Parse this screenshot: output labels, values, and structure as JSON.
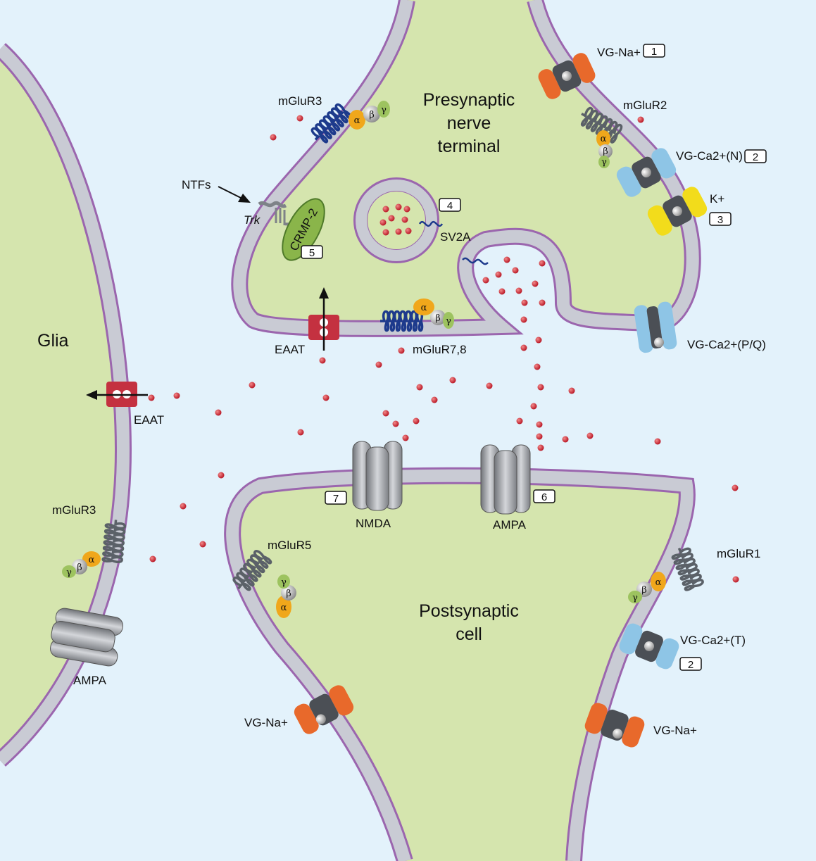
{
  "labels": {
    "presynaptic": [
      "Presynaptic",
      "nerve",
      "terminal"
    ],
    "postsynaptic": [
      "Postsynaptic",
      "cell"
    ],
    "glia": "Glia",
    "vg_na_top": "VG-Na+",
    "mglur2": "mGluR2",
    "vg_ca_n": "VG-Ca2+(N)",
    "k": "K+",
    "vg_ca_pq": "VG-Ca2+(P/Q)",
    "mglur3_pre": "mGluR3",
    "ntfs": "NTFs",
    "trk": "Trk",
    "crmp2": "CRMP-2",
    "sv2a": "SV2A",
    "eaat_pre": "EAAT",
    "mglur78": "mGluR7,8",
    "eaat_glia": "EAAT",
    "nmda": "NMDA",
    "ampa_post": "AMPA",
    "mglur3_glia": "mGluR3",
    "ampa_glia": "AMPA",
    "mglur5": "mGluR5",
    "mglur1": "mGluR1",
    "vg_ca_t": "VG-Ca2+(T)",
    "vg_na_post_left": "VG-Na+",
    "vg_na_post_right": "VG-Na+"
  },
  "numbers": {
    "vg_na": "1",
    "vg_ca_n": "2",
    "k": "3",
    "vesicle": "4",
    "crmp2": "5",
    "ampa": "6",
    "nmda": "7",
    "vg_ca_t": "2"
  },
  "greek": {
    "alpha": "α",
    "beta": "β",
    "gamma": "γ"
  },
  "colors": {
    "background": "#e3f2fb",
    "cell_fill": "#d5e5ae",
    "membrane": "#c9cbd4",
    "membrane_edge": "#9b66ae",
    "glutamate": "#c01f2e",
    "vg_na": "#e8692b",
    "vg_ca": "#8ec5e6",
    "k_channel": "#f2dc1b",
    "eaat": "#c43140",
    "gpcr": "#5b6168",
    "presyn_gpcr": "#1d3a8c",
    "alpha": "#f0a71b",
    "gamma": "#9dc35f"
  }
}
